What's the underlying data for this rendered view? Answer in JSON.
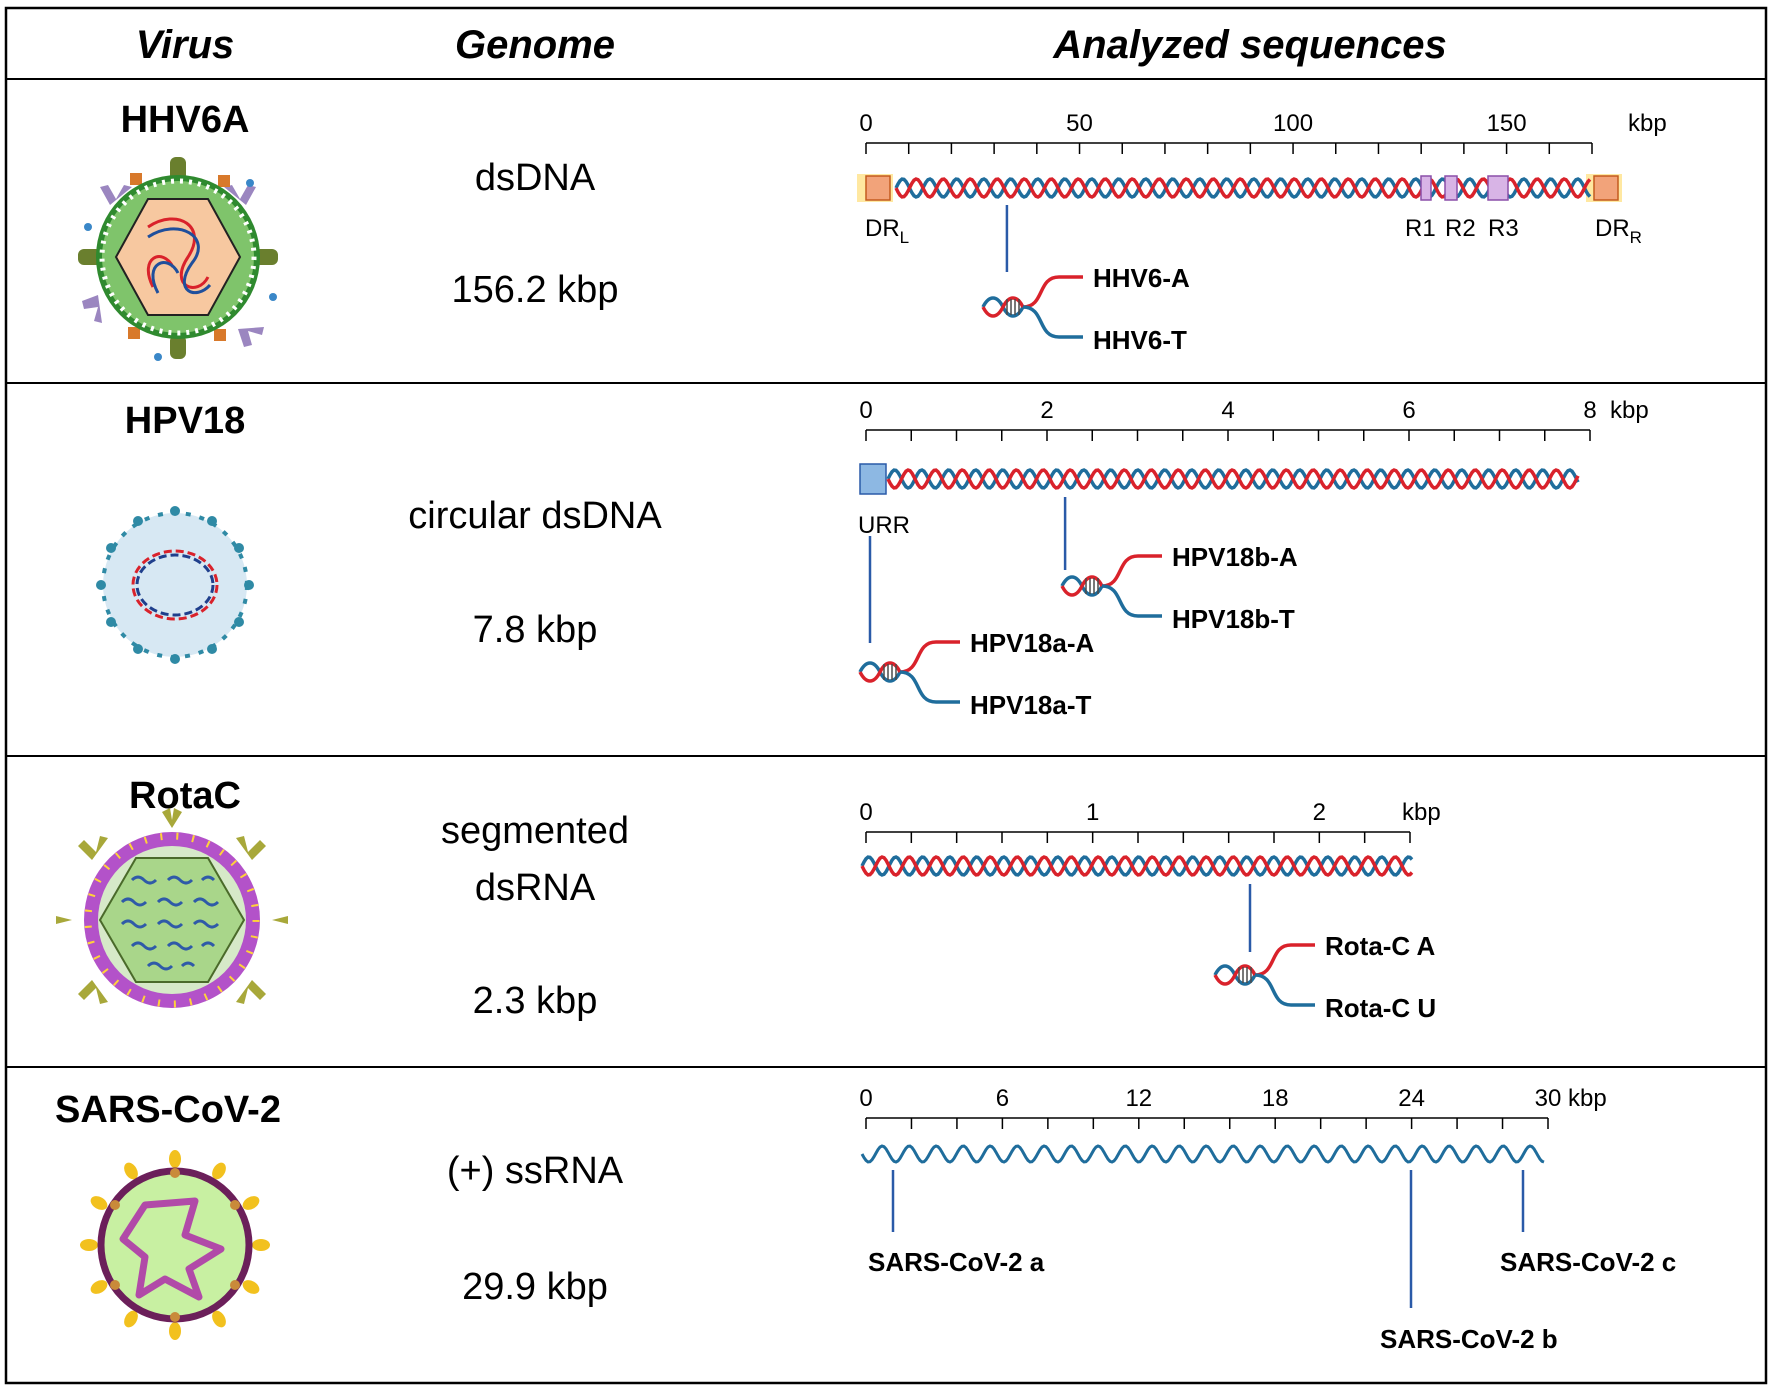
{
  "headers": {
    "virus": "Virus",
    "genome": "Genome",
    "sequences": "Analyzed sequences"
  },
  "colors": {
    "strand_red": "#d9222b",
    "strand_blue": "#1f6d9c",
    "marker": "#2a5aa8",
    "dr_fill": "#f2a37a",
    "dr_glow": "#ffe28a",
    "r_fill": "#d8b4e6",
    "urr_fill": "#8db8e3"
  },
  "rows": [
    {
      "virus": "HHV6A",
      "genome_type": "dsDNA",
      "genome_size": "156.2 kbp",
      "icon": "hhv6a-virion-icon",
      "axis": {
        "unit": "kbp",
        "max": 170,
        "ticks": [
          "0",
          "50",
          "100",
          "150"
        ],
        "tick_values": [
          0,
          50,
          100,
          150
        ],
        "minor_step": 10
      },
      "regions": [
        "DR",
        "R1",
        "R2",
        "R3",
        "DR"
      ],
      "region_subscripts": [
        "L",
        "",
        "",
        "",
        "R"
      ],
      "probes": [
        {
          "position_kbp": 33,
          "a": "HHV6-A",
          "b": "HHV6-T"
        }
      ]
    },
    {
      "virus": "HPV18",
      "genome_type": "circular dsDNA",
      "genome_size": "7.8 kbp",
      "icon": "hpv18-virion-icon",
      "axis": {
        "unit": "kbp",
        "max": 8,
        "ticks": [
          "0",
          "2",
          "4",
          "6",
          "8"
        ],
        "tick_values": [
          0,
          2,
          4,
          6,
          8
        ],
        "minor_step": 0.5
      },
      "regions": [
        "URR"
      ],
      "probes": [
        {
          "position_kbp": 0.1,
          "a": "HPV18a-A",
          "b": "HPV18a-T"
        },
        {
          "position_kbp": 2.2,
          "a": "HPV18b-A",
          "b": "HPV18b-T"
        }
      ]
    },
    {
      "virus": "RotaC",
      "genome_type": "segmented dsRNA",
      "genome_type_lines": [
        "segmented",
        "dsRNA"
      ],
      "genome_size": "2.3 kbp",
      "icon": "rotac-virion-icon",
      "axis": {
        "unit": "kbp",
        "max": 2.4,
        "ticks": [
          "0",
          "1",
          "2"
        ],
        "tick_values": [
          0,
          1,
          2
        ],
        "minor_step": 0.2
      },
      "probes": [
        {
          "position_kbp": 1.7,
          "a": "Rota-C A",
          "b": "Rota-C U"
        }
      ]
    },
    {
      "virus": "SARS-CoV-2",
      "genome_type": "(+) ssRNA",
      "genome_size": "29.9 kbp",
      "icon": "sars-cov-2-virion-icon",
      "axis": {
        "unit": "kbp",
        "max": 30,
        "ticks": [
          "0",
          "6",
          "12",
          "18",
          "24",
          "30"
        ],
        "tick_values": [
          0,
          6,
          12,
          18,
          24,
          30
        ],
        "minor_step": 2
      },
      "sites": [
        {
          "position_kbp": 1.2,
          "label": "SARS-CoV-2 a"
        },
        {
          "position_kbp": 23.9,
          "label": "SARS-CoV-2 b"
        },
        {
          "position_kbp": 28.7,
          "label": "SARS-CoV-2 c"
        }
      ]
    }
  ]
}
